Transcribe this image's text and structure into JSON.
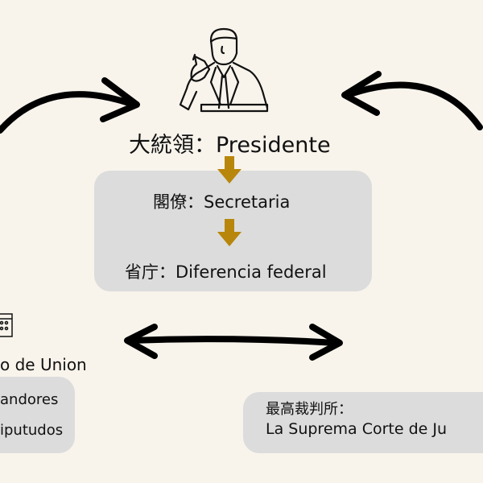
{
  "president": {
    "label": "大統領：Presidente"
  },
  "executive_box": {
    "secretaria": "閣僚：Secretaria",
    "dependencia": "省庁：Diferencia federal"
  },
  "congress": {
    "title": "o de Union",
    "items": [
      "andores",
      "iputudos"
    ]
  },
  "court": {
    "title": "最高裁判所：",
    "name": "La Suprema Corte de Ju"
  },
  "colors": {
    "background": "#f8f4ec",
    "box": "#dcdcdc",
    "arrow_down": "#b8860b",
    "arrow": "#000000"
  }
}
